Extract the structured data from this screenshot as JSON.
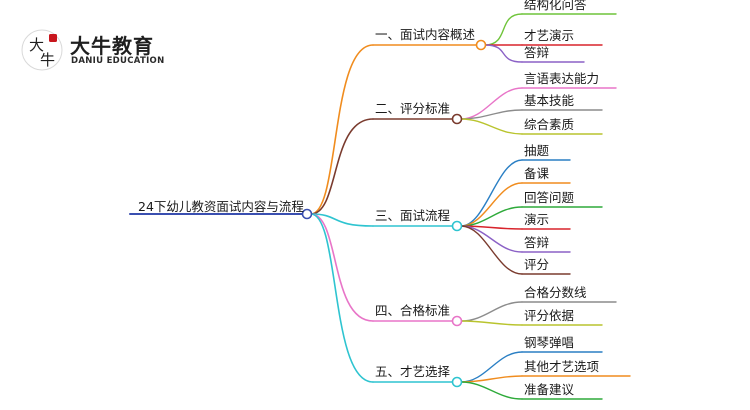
{
  "logo": {
    "name_cn": "大牛教育",
    "name_en": "DANIU EDUCATION",
    "mark_text_1": "大",
    "mark_text_2": "牛",
    "mark_accent": "#c8161d"
  },
  "mindmap": {
    "root": "24下幼儿教资面试内容与流程",
    "root_color": "#3a4fb0",
    "branches": [
      {
        "label": "一、面试内容概述",
        "color": "#f08c1e",
        "children": [
          {
            "label": "结构化问答",
            "color": "#6fc43a"
          },
          {
            "label": "才艺演示",
            "color": "#d8242c"
          },
          {
            "label": "答辩",
            "color": "#8b61c6"
          }
        ]
      },
      {
        "label": "二、评分标准",
        "color": "#7a3b2e",
        "children": [
          {
            "label": "言语表达能力",
            "color": "#e875c8"
          },
          {
            "label": "基本技能",
            "color": "#8c8c8c"
          },
          {
            "label": "综合素质",
            "color": "#b9c42e"
          }
        ]
      },
      {
        "label": "三、面试流程",
        "color": "#2ec4d0",
        "children": [
          {
            "label": "抽题",
            "color": "#2a7fc4"
          },
          {
            "label": "备课",
            "color": "#f08c1e"
          },
          {
            "label": "回答问题",
            "color": "#2eaa3a"
          },
          {
            "label": "演示",
            "color": "#d8242c"
          },
          {
            "label": "答辩",
            "color": "#8b61c6"
          },
          {
            "label": "评分",
            "color": "#7a3b2e"
          }
        ]
      },
      {
        "label": "四、合格标准",
        "color": "#e875c8",
        "children": [
          {
            "label": "合格分数线",
            "color": "#8c8c8c"
          },
          {
            "label": "评分依据",
            "color": "#b9c42e"
          }
        ]
      },
      {
        "label": "五、才艺选择",
        "color": "#2ec4d0",
        "children": [
          {
            "label": "钢琴弹唱",
            "color": "#2a7fc4"
          },
          {
            "label": "其他才艺选项",
            "color": "#f08c1e"
          },
          {
            "label": "准备建议",
            "color": "#2eaa3a"
          }
        ]
      }
    ]
  }
}
